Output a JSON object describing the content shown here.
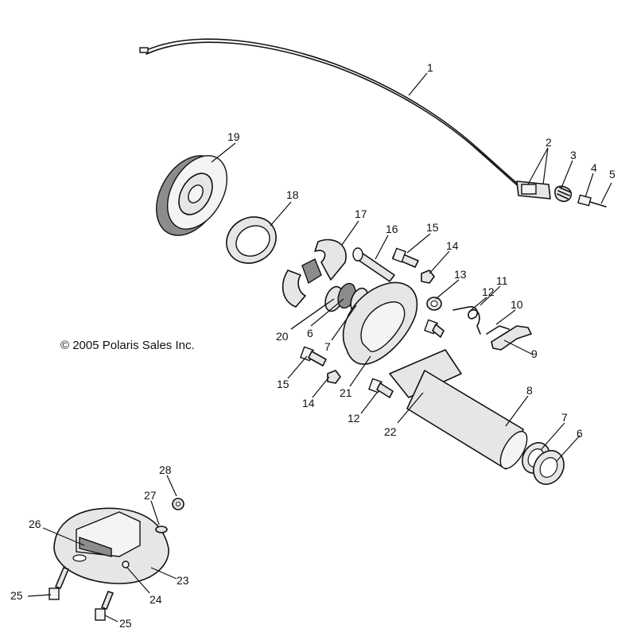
{
  "copyright": "© 2005 Polaris Sales Inc.",
  "callouts": [
    {
      "id": "c1",
      "label": "1"
    },
    {
      "id": "c2",
      "label": "2"
    },
    {
      "id": "c3",
      "label": "3"
    },
    {
      "id": "c4",
      "label": "4"
    },
    {
      "id": "c5",
      "label": "5"
    },
    {
      "id": "c19",
      "label": "19"
    },
    {
      "id": "c18",
      "label": "18"
    },
    {
      "id": "c17",
      "label": "17"
    },
    {
      "id": "c16",
      "label": "16"
    },
    {
      "id": "c15a",
      "label": "15"
    },
    {
      "id": "c14a",
      "label": "14"
    },
    {
      "id": "c13",
      "label": "13"
    },
    {
      "id": "c12a",
      "label": "12"
    },
    {
      "id": "c11",
      "label": "11"
    },
    {
      "id": "c10",
      "label": "10"
    },
    {
      "id": "c9",
      "label": "9"
    },
    {
      "id": "c20",
      "label": "20"
    },
    {
      "id": "c6a",
      "label": "6"
    },
    {
      "id": "c7a",
      "label": "7"
    },
    {
      "id": "c15b",
      "label": "15"
    },
    {
      "id": "c14b",
      "label": "14"
    },
    {
      "id": "c21",
      "label": "21"
    },
    {
      "id": "c12b",
      "label": "12"
    },
    {
      "id": "c22",
      "label": "22"
    },
    {
      "id": "c8",
      "label": "8"
    },
    {
      "id": "c7b",
      "label": "7"
    },
    {
      "id": "c6b",
      "label": "6"
    },
    {
      "id": "c28",
      "label": "28"
    },
    {
      "id": "c27",
      "label": "27"
    },
    {
      "id": "c26",
      "label": "26"
    },
    {
      "id": "c23",
      "label": "23"
    },
    {
      "id": "c24",
      "label": "24"
    },
    {
      "id": "c25a",
      "label": "25"
    },
    {
      "id": "c25b",
      "label": "25"
    }
  ]
}
